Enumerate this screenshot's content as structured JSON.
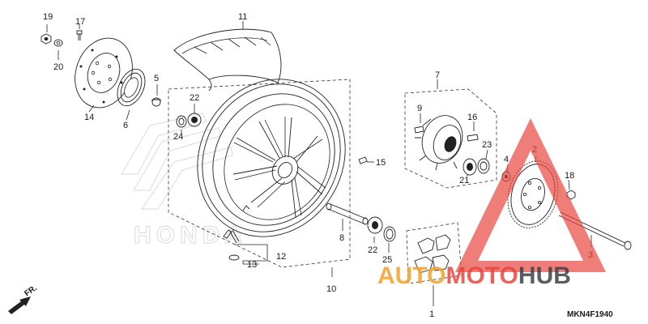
{
  "diagram": {
    "code": "MKN4F1940",
    "direction": "FR.",
    "callouts": [
      "1",
      "2",
      "3",
      "4",
      "5",
      "6",
      "7",
      "8",
      "9",
      "10",
      "11",
      "12",
      "13",
      "14",
      "15",
      "16",
      "17",
      "18",
      "19",
      "20",
      "21",
      "22",
      "22",
      "23",
      "24",
      "25"
    ]
  },
  "watermark": {
    "part1": "AUTO",
    "part2": "MOTO",
    "part3": "HUB",
    "colors": {
      "red": "#e8463f",
      "orange": "#f2a12b",
      "dark": "#3d4148"
    }
  },
  "logo": {
    "text": "HONDA"
  }
}
